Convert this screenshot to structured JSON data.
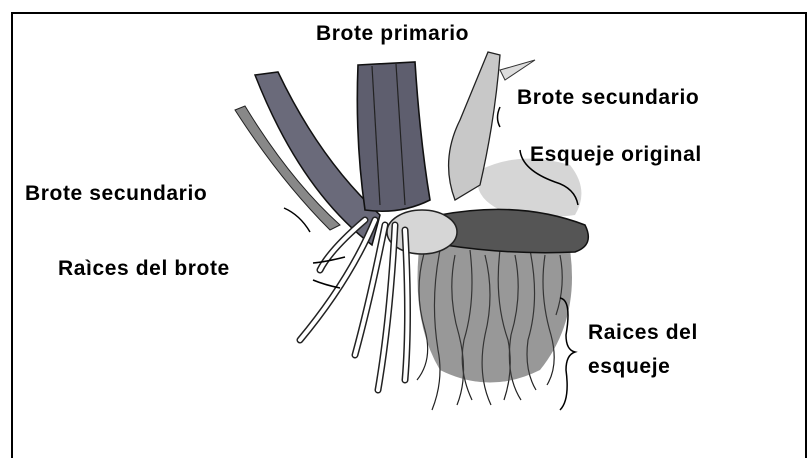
{
  "labels": {
    "brote_primario": "Brote primario",
    "brote_secundario_right": "Brote secundario",
    "esqueje_original": "Esqueje original",
    "brote_secundario_left": "Brote secundario",
    "raices_brote": "Raìces del brote",
    "raices_esqueje_line1": "Raices del",
    "raices_esqueje_line2": "esqueje"
  }
}
